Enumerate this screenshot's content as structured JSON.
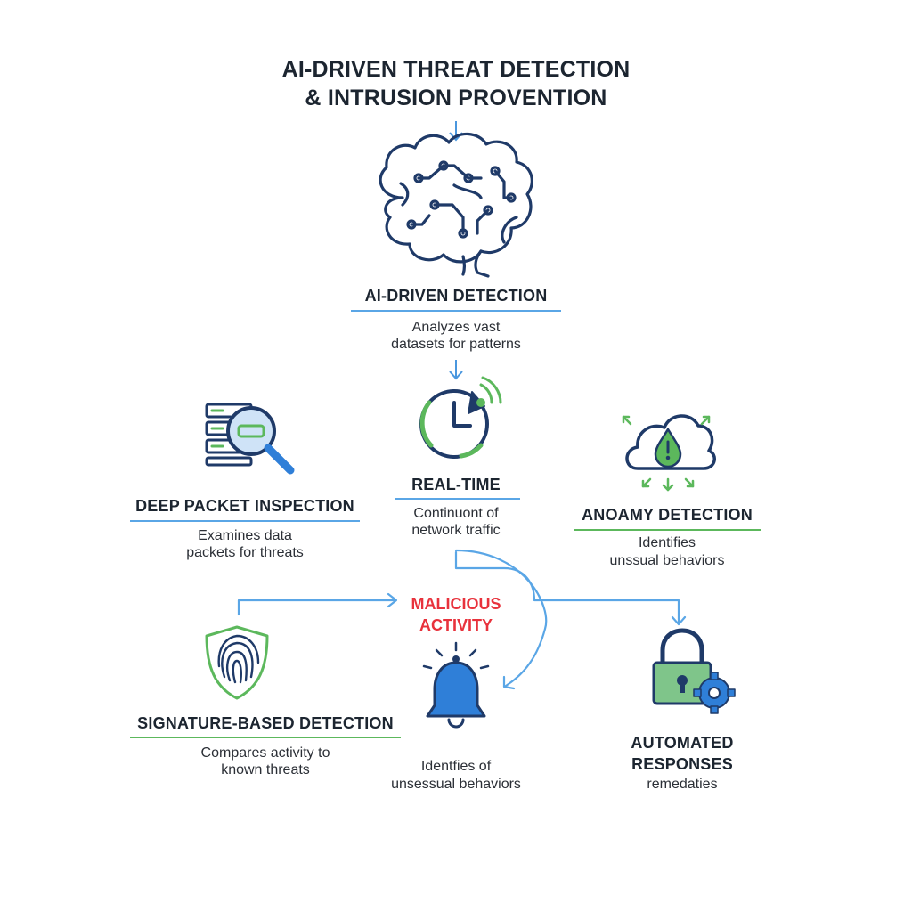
{
  "title": {
    "line1": "AI-DRIVEN THREAT DETECTION",
    "line2": "& INTRUSION PROVENTION"
  },
  "nodes": {
    "ai_detection": {
      "heading": "AI-DRIVEN DETECTION",
      "desc_line1": "Analyzes vast",
      "desc_line2": "datasets for patterns",
      "icon": "brain-circuit-icon"
    },
    "real_time": {
      "heading": "REAL-TIME",
      "desc_line1": "Continuont of",
      "desc_line2": "network traffic",
      "icon": "clock-radar-icon"
    },
    "deep_packet": {
      "heading": "DEEP PACKET INSPECTION",
      "desc_line1": "Examines data",
      "desc_line2": "packets for threats",
      "icon": "magnifier-server-icon"
    },
    "anomaly": {
      "heading": "ANOAMY DETECTION",
      "desc_line1": "Identifies",
      "desc_line2": "unssual behaviors",
      "icon": "cloud-alert-icon"
    },
    "malicious": {
      "line1": "MALICIOUS",
      "line2": "ACTIVITY"
    },
    "signature": {
      "heading": "SIGNATURE-BASED DETECTION",
      "desc_line1": "Compares activity to",
      "desc_line2": "known threats",
      "icon": "fingerprint-shield-icon"
    },
    "bell": {
      "desc_line1": "Identﬁes of",
      "desc_line2": "unsessual behaviors",
      "icon": "bell-alert-icon"
    },
    "automated": {
      "heading_line1": "AUTOMATED",
      "heading_line2": "RESPONSES",
      "desc_line1": "remedaties",
      "icon": "lock-gear-icon"
    }
  },
  "colors": {
    "blue": "#2f7fd8",
    "light_blue": "#5aa6e6",
    "green": "#5cb85c",
    "dark_navy": "#1f3a68",
    "alert_red": "#e8323c",
    "text": "#1c2530"
  }
}
